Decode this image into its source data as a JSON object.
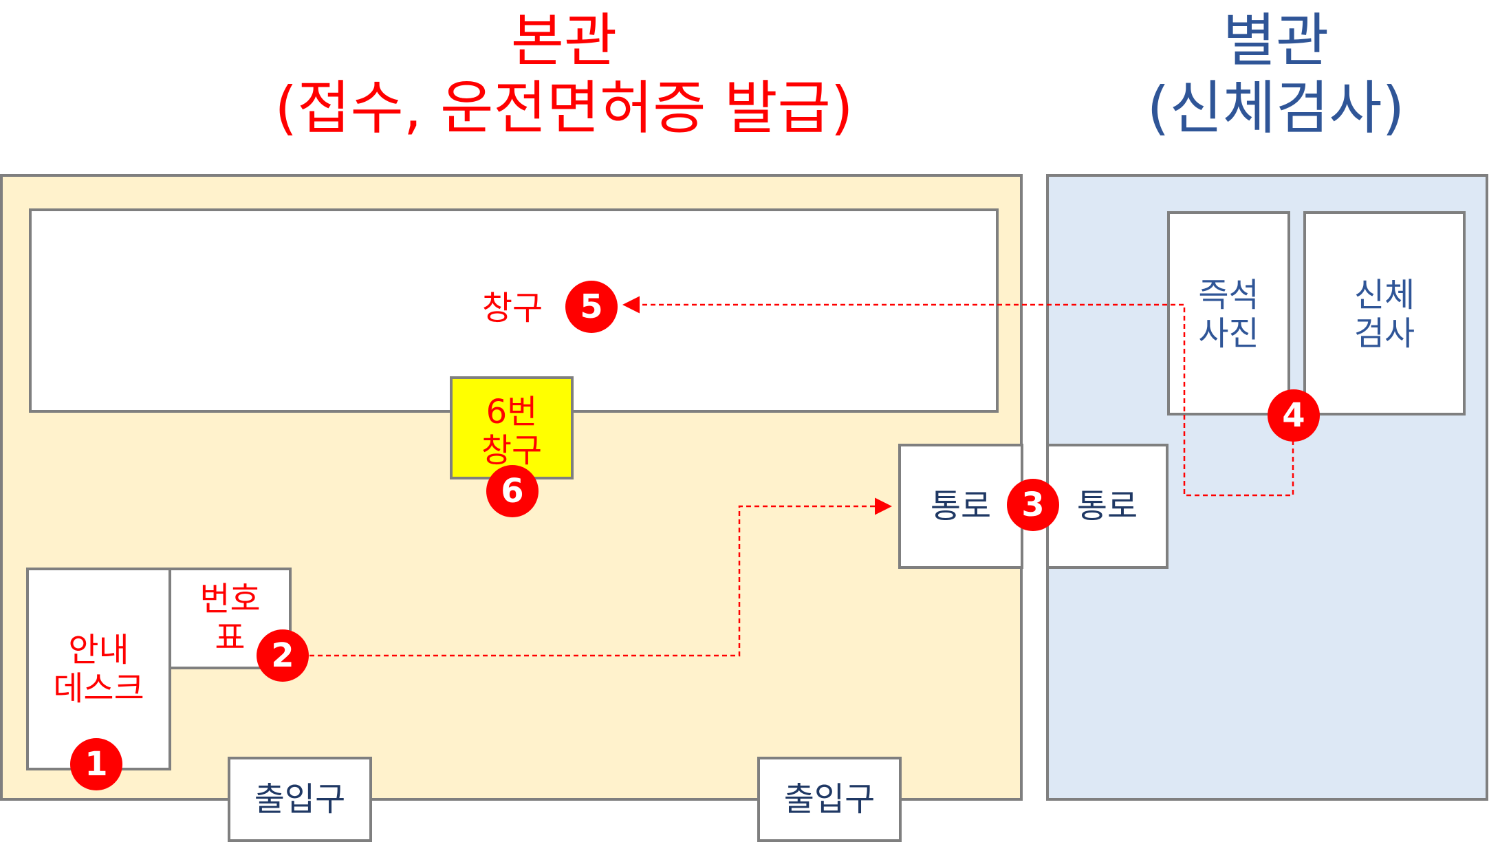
{
  "titles": {
    "main_line1": "본관",
    "main_line2": "(접수, 운전면허증 발급)",
    "annex_line1": "별관",
    "annex_line2": "(신체검사)"
  },
  "labels": {
    "counter": "창구",
    "window6": "6번\n창구",
    "info_desk": "안내\n데스크",
    "ticket": "번호\n표",
    "passage_main": "통로",
    "passage_annex": "통로",
    "photo": "즉석\n사진",
    "exam": "신체\n검사",
    "entrance_left": "출입구",
    "entrance_right": "출입구"
  },
  "steps": [
    "1",
    "2",
    "3",
    "4",
    "5",
    "6"
  ],
  "colors": {
    "main_building_fill": "#fff2cc",
    "annex_fill": "#dde8f5",
    "border": "#7f7f7f",
    "accent_red": "#ff0000",
    "annex_title_blue": "#2f5597",
    "window6_fill": "#ffff00",
    "dark_text": "#1f3864"
  }
}
